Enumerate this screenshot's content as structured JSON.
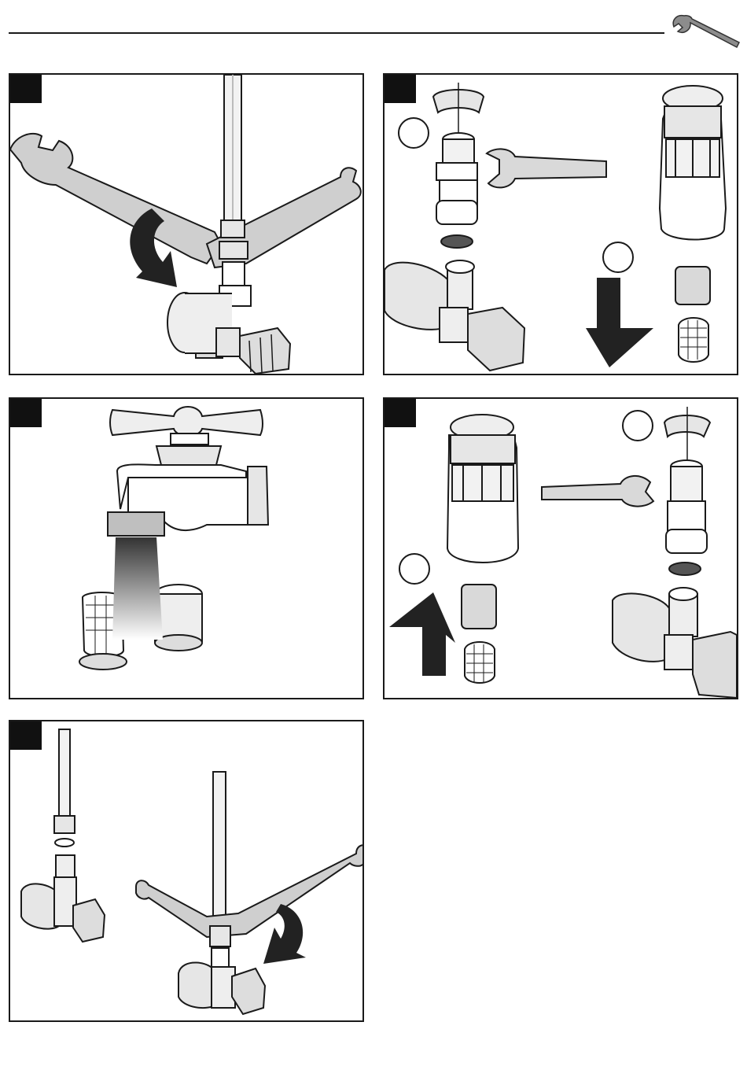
{
  "header": {
    "icon": "wrench-icon"
  },
  "steps": [
    {
      "id": 1,
      "icon": "wrench-tighten-icon"
    },
    {
      "id": 2,
      "icon": "remove-filter-icon"
    },
    {
      "id": 3,
      "icon": "rinse-filter-icon"
    },
    {
      "id": 4,
      "icon": "reinstall-filter-icon"
    },
    {
      "id": 5,
      "icon": "reconnect-hose-icon"
    }
  ],
  "colors": {
    "line": "#1a1a1a",
    "fill_light": "#d9d9d9",
    "fill_mid": "#a6a6a6",
    "fill_dark": "#333333"
  }
}
